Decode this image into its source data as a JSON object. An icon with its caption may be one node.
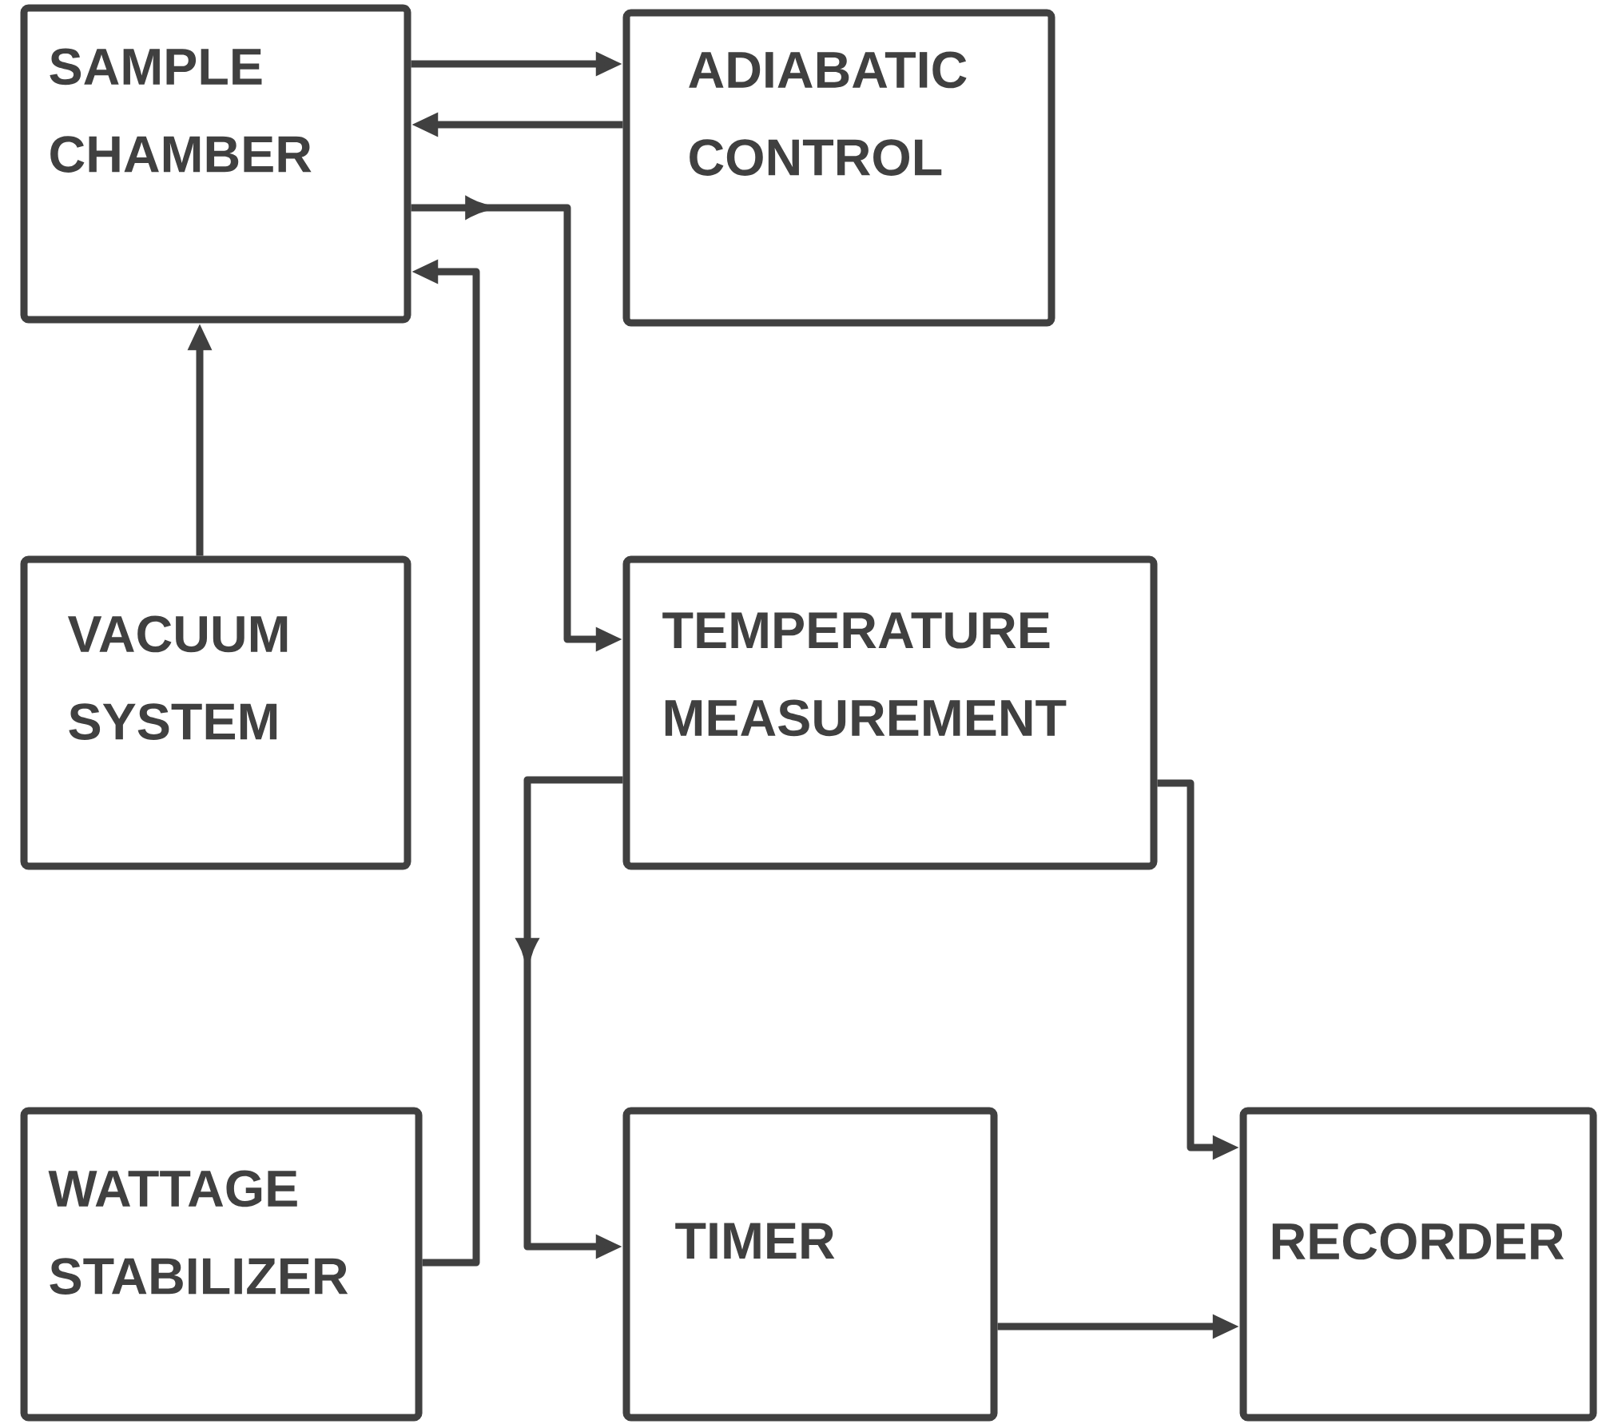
{
  "diagram": {
    "nodes": [
      {
        "text": [
          "SAMPLE CHAMBER"
        ]
      },
      {
        "text": [
          "ADIABATIC CONTROL"
        ]
      },
      {
        "text": [
          "VACUUM SYSTEM"
        ]
      },
      {
        "text": [
          "TEMPERATURE MEASUREMENT"
        ]
      },
      {
        "text": [
          "WATTAGE STABILIZER"
        ]
      },
      {
        "text": [
          "TIMER"
        ]
      },
      {
        "text": [
          "RECORDER"
        ]
      }
    ],
    "edges": [
      {
        "from": 0,
        "to": 1,
        "arrow": "to"
      },
      {
        "from": 1,
        "to": 0,
        "arrow": "to"
      },
      {
        "from": 0,
        "to": 3,
        "arrow": "to"
      },
      {
        "from": 2,
        "to": 0,
        "arrow": "to"
      },
      {
        "from": 4,
        "to": 0,
        "arrow": "to"
      },
      {
        "from": 3,
        "to": 5,
        "arrow": "to"
      },
      {
        "from": 3,
        "to": 6,
        "arrow": "to"
      },
      {
        "from": 5,
        "to": 6,
        "arrow": "to"
      }
    ]
  }
}
